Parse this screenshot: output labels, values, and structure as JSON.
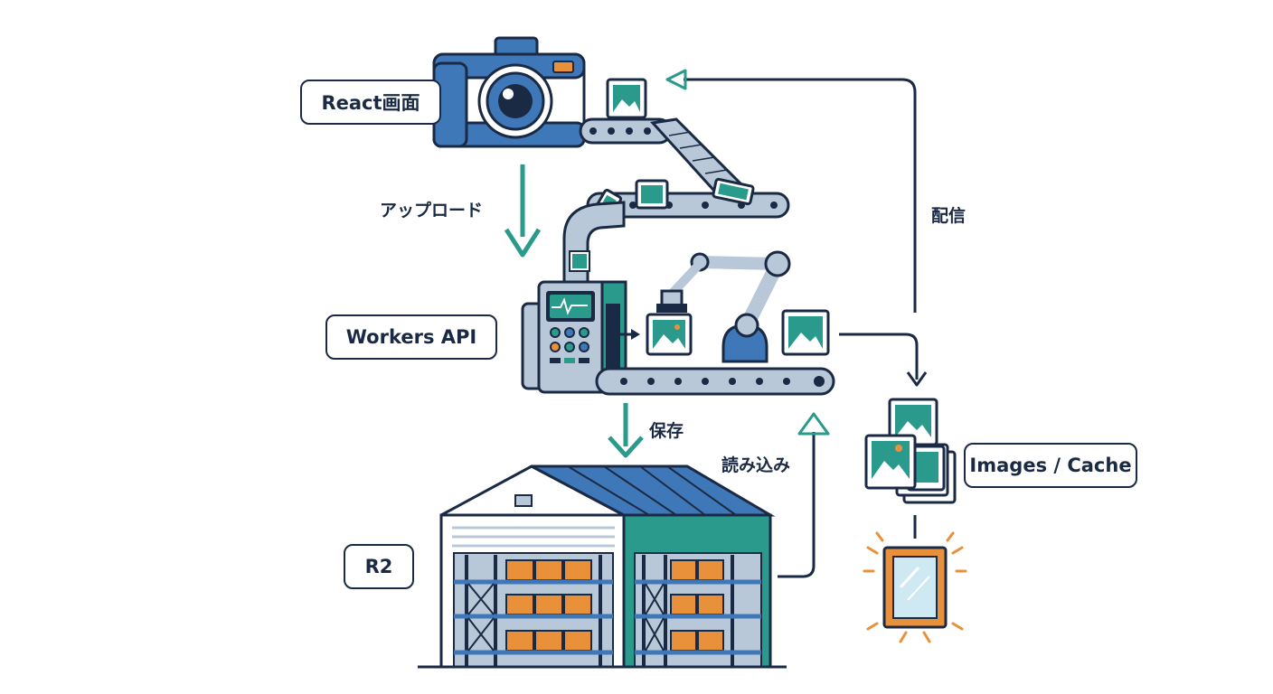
{
  "nodes": {
    "react": "React画面",
    "workers": "Workers API",
    "r2": "R2",
    "images": "Images / Cache"
  },
  "edges": {
    "upload": "アップロード",
    "store": "保存",
    "read": "読み込み",
    "deliver": "配信"
  },
  "colors": {
    "navy": "#1b2a44",
    "teal": "#2a9a8c",
    "blue": "#3f78b8",
    "orange": "#e8913a",
    "steel": "#b8c8d8"
  }
}
